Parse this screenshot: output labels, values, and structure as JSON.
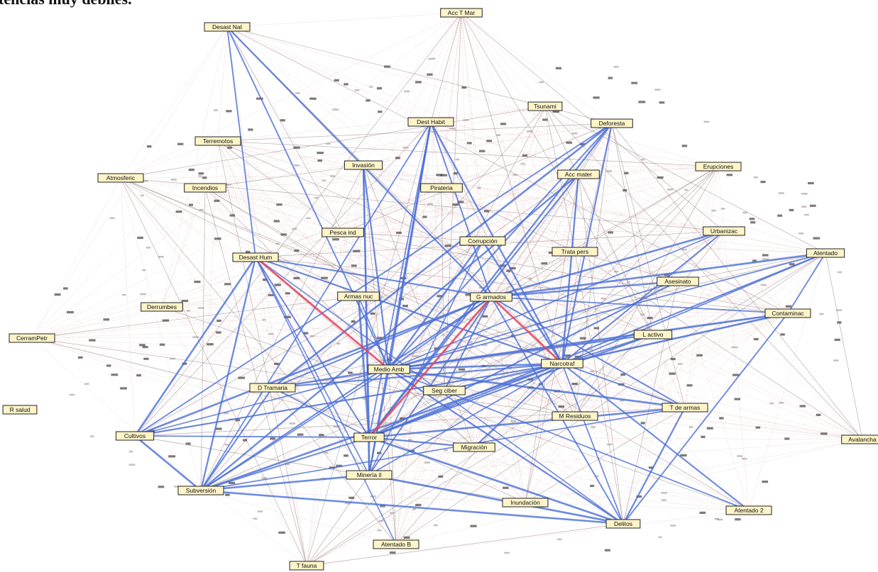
{
  "heading_fragment": "tencias muy débiles.",
  "colors": {
    "weak_edge": "#c98a8a",
    "medium_edge": "#4a6fd8",
    "strong_edge": "#e8455c",
    "node_fill": "#fdf4c8"
  },
  "nodes": [
    {
      "id": "desastnat",
      "label": "Desast Nat"
    },
    {
      "id": "accmar",
      "label": "Acc T Mar"
    },
    {
      "id": "tsunami",
      "label": "Tsunami"
    },
    {
      "id": "desthabit",
      "label": "Dest Habit"
    },
    {
      "id": "deforesta",
      "label": "Deforesta"
    },
    {
      "id": "terremotos",
      "label": "Terremotos"
    },
    {
      "id": "invasion",
      "label": "Invasión"
    },
    {
      "id": "erupciones",
      "label": "Erupciones"
    },
    {
      "id": "atmosferic",
      "label": "Atmosferic"
    },
    {
      "id": "incendios",
      "label": "Incendios"
    },
    {
      "id": "pirateria",
      "label": "Pirateria"
    },
    {
      "id": "accmater",
      "label": "Acc mater"
    },
    {
      "id": "pescaind",
      "label": "Pesca ind"
    },
    {
      "id": "urbanizac",
      "label": "Urbanizac"
    },
    {
      "id": "corrupcion",
      "label": "Corrupción"
    },
    {
      "id": "desasthum",
      "label": "Desast Hum"
    },
    {
      "id": "trataper",
      "label": "Trata pers"
    },
    {
      "id": "atentado1",
      "label": "Atentado"
    },
    {
      "id": "asesinato",
      "label": "Asesinato"
    },
    {
      "id": "armasnuc",
      "label": "Armas nuc"
    },
    {
      "id": "garmados",
      "label": "G armados"
    },
    {
      "id": "derrumbes",
      "label": "Derrumbes"
    },
    {
      "id": "contamina",
      "label": "Contaminac"
    },
    {
      "id": "cerrampetr",
      "label": "CerramPetr"
    },
    {
      "id": "lactivo",
      "label": "L activo"
    },
    {
      "id": "medioamb",
      "label": "Medio Amb"
    },
    {
      "id": "narcotraf",
      "label": "Narcotraf"
    },
    {
      "id": "dtramaria",
      "label": "D Tramaria"
    },
    {
      "id": "segciber",
      "label": "Seg ciber"
    },
    {
      "id": "rsalud",
      "label": "R salud"
    },
    {
      "id": "tdearmas",
      "label": "T de armas"
    },
    {
      "id": "mresiduos",
      "label": "M Residuos"
    },
    {
      "id": "cultivos",
      "label": "Cultivos"
    },
    {
      "id": "terror",
      "label": "Terror"
    },
    {
      "id": "avalancha",
      "label": "Avalancha"
    },
    {
      "id": "migracion",
      "label": "Migración"
    },
    {
      "id": "mineria",
      "label": "Minería il"
    },
    {
      "id": "subversion",
      "label": "Subversión"
    },
    {
      "id": "inundacion",
      "label": "Inundación"
    },
    {
      "id": "atentado2",
      "label": "Atentado 2"
    },
    {
      "id": "delitos",
      "label": "Delitos"
    },
    {
      "id": "atentadob",
      "label": "Atentado B"
    },
    {
      "id": "tfauna",
      "label": "T fauna"
    }
  ],
  "strong_edges": [
    [
      "desasthum",
      "medioamb"
    ],
    [
      "garmados",
      "terror"
    ],
    [
      "garmados",
      "narcotraf"
    ]
  ],
  "medium_edges": [
    [
      "desastnat",
      "desasthum"
    ],
    [
      "desastnat",
      "medioamb"
    ],
    [
      "desastnat",
      "garmados"
    ],
    [
      "desthabit",
      "medioamb"
    ],
    [
      "desthabit",
      "terror"
    ],
    [
      "desthabit",
      "narcotraf"
    ],
    [
      "desthabit",
      "garmados"
    ],
    [
      "desthabit",
      "subversion"
    ],
    [
      "desthabit",
      "mineria"
    ],
    [
      "deforesta",
      "medioamb"
    ],
    [
      "deforesta",
      "narcotraf"
    ],
    [
      "deforesta",
      "terror"
    ],
    [
      "deforesta",
      "dtramaria"
    ],
    [
      "deforesta",
      "cultivos"
    ],
    [
      "invasion",
      "medioamb"
    ],
    [
      "invasion",
      "terror"
    ],
    [
      "invasion",
      "mineria"
    ],
    [
      "accmater",
      "narcotraf"
    ],
    [
      "accmater",
      "terror"
    ],
    [
      "accmater",
      "subversion"
    ],
    [
      "urbanizac",
      "narcotraf"
    ],
    [
      "urbanizac",
      "garmados"
    ],
    [
      "urbanizac",
      "medioamb"
    ],
    [
      "corrupcion",
      "medioamb"
    ],
    [
      "corrupcion",
      "narcotraf"
    ],
    [
      "corrupcion",
      "mineria"
    ],
    [
      "desasthum",
      "garmados"
    ],
    [
      "desasthum",
      "narcotraf"
    ],
    [
      "desasthum",
      "terror"
    ],
    [
      "desasthum",
      "mineria"
    ],
    [
      "desasthum",
      "subversion"
    ],
    [
      "desasthum",
      "cultivos"
    ],
    [
      "desasthum",
      "delitos"
    ],
    [
      "desasthum",
      "atentadob"
    ],
    [
      "atentado1",
      "garmados"
    ],
    [
      "atentado1",
      "narcotraf"
    ],
    [
      "atentado1",
      "medioamb"
    ],
    [
      "atentado1",
      "contamina"
    ],
    [
      "atentado1",
      "terror"
    ],
    [
      "asesinato",
      "garmados"
    ],
    [
      "asesinato",
      "medioamb"
    ],
    [
      "asesinato",
      "terror"
    ],
    [
      "armasnuc",
      "terror"
    ],
    [
      "armasnuc",
      "medioamb"
    ],
    [
      "garmados",
      "medioamb"
    ],
    [
      "garmados",
      "subversion"
    ],
    [
      "garmados",
      "mineria"
    ],
    [
      "garmados",
      "dtramaria"
    ],
    [
      "garmados",
      "segciber"
    ],
    [
      "garmados",
      "delitos"
    ],
    [
      "garmados",
      "cultivos"
    ],
    [
      "garmados",
      "tdearmas"
    ],
    [
      "garmados",
      "contamina"
    ],
    [
      "contamina",
      "narcotraf"
    ],
    [
      "contamina",
      "medioamb"
    ],
    [
      "contamina",
      "delitos"
    ],
    [
      "lactivo",
      "terror"
    ],
    [
      "lactivo",
      "medioamb"
    ],
    [
      "lactivo",
      "narcotraf"
    ],
    [
      "medioamb",
      "narcotraf"
    ],
    [
      "medioamb",
      "subversion"
    ],
    [
      "medioamb",
      "mineria"
    ],
    [
      "medioamb",
      "cultivos"
    ],
    [
      "medioamb",
      "dtramaria"
    ],
    [
      "medioamb",
      "delitos"
    ],
    [
      "medioamb",
      "atentado2"
    ],
    [
      "medioamb",
      "tdearmas"
    ],
    [
      "narcotraf",
      "terror"
    ],
    [
      "narcotraf",
      "subversion"
    ],
    [
      "narcotraf",
      "mineria"
    ],
    [
      "narcotraf",
      "cultivos"
    ],
    [
      "narcotraf",
      "dtramaria"
    ],
    [
      "narcotraf",
      "delitos"
    ],
    [
      "narcotraf",
      "atentado2"
    ],
    [
      "narcotraf",
      "tdearmas"
    ],
    [
      "narcotraf",
      "segciber"
    ],
    [
      "dtramaria",
      "terror"
    ],
    [
      "dtramaria",
      "subversion"
    ],
    [
      "terror",
      "subversion"
    ],
    [
      "terror",
      "mineria"
    ],
    [
      "terror",
      "cultivos"
    ],
    [
      "terror",
      "delitos"
    ],
    [
      "terror",
      "tdearmas"
    ],
    [
      "tdearmas",
      "delitos"
    ],
    [
      "tdearmas",
      "subversion"
    ],
    [
      "mineria",
      "subversion"
    ],
    [
      "mineria",
      "delitos"
    ],
    [
      "cultivos",
      "subversion"
    ],
    [
      "delitos",
      "subversion"
    ],
    [
      "migracion",
      "narcotraf"
    ],
    [
      "migracion",
      "terror"
    ]
  ]
}
